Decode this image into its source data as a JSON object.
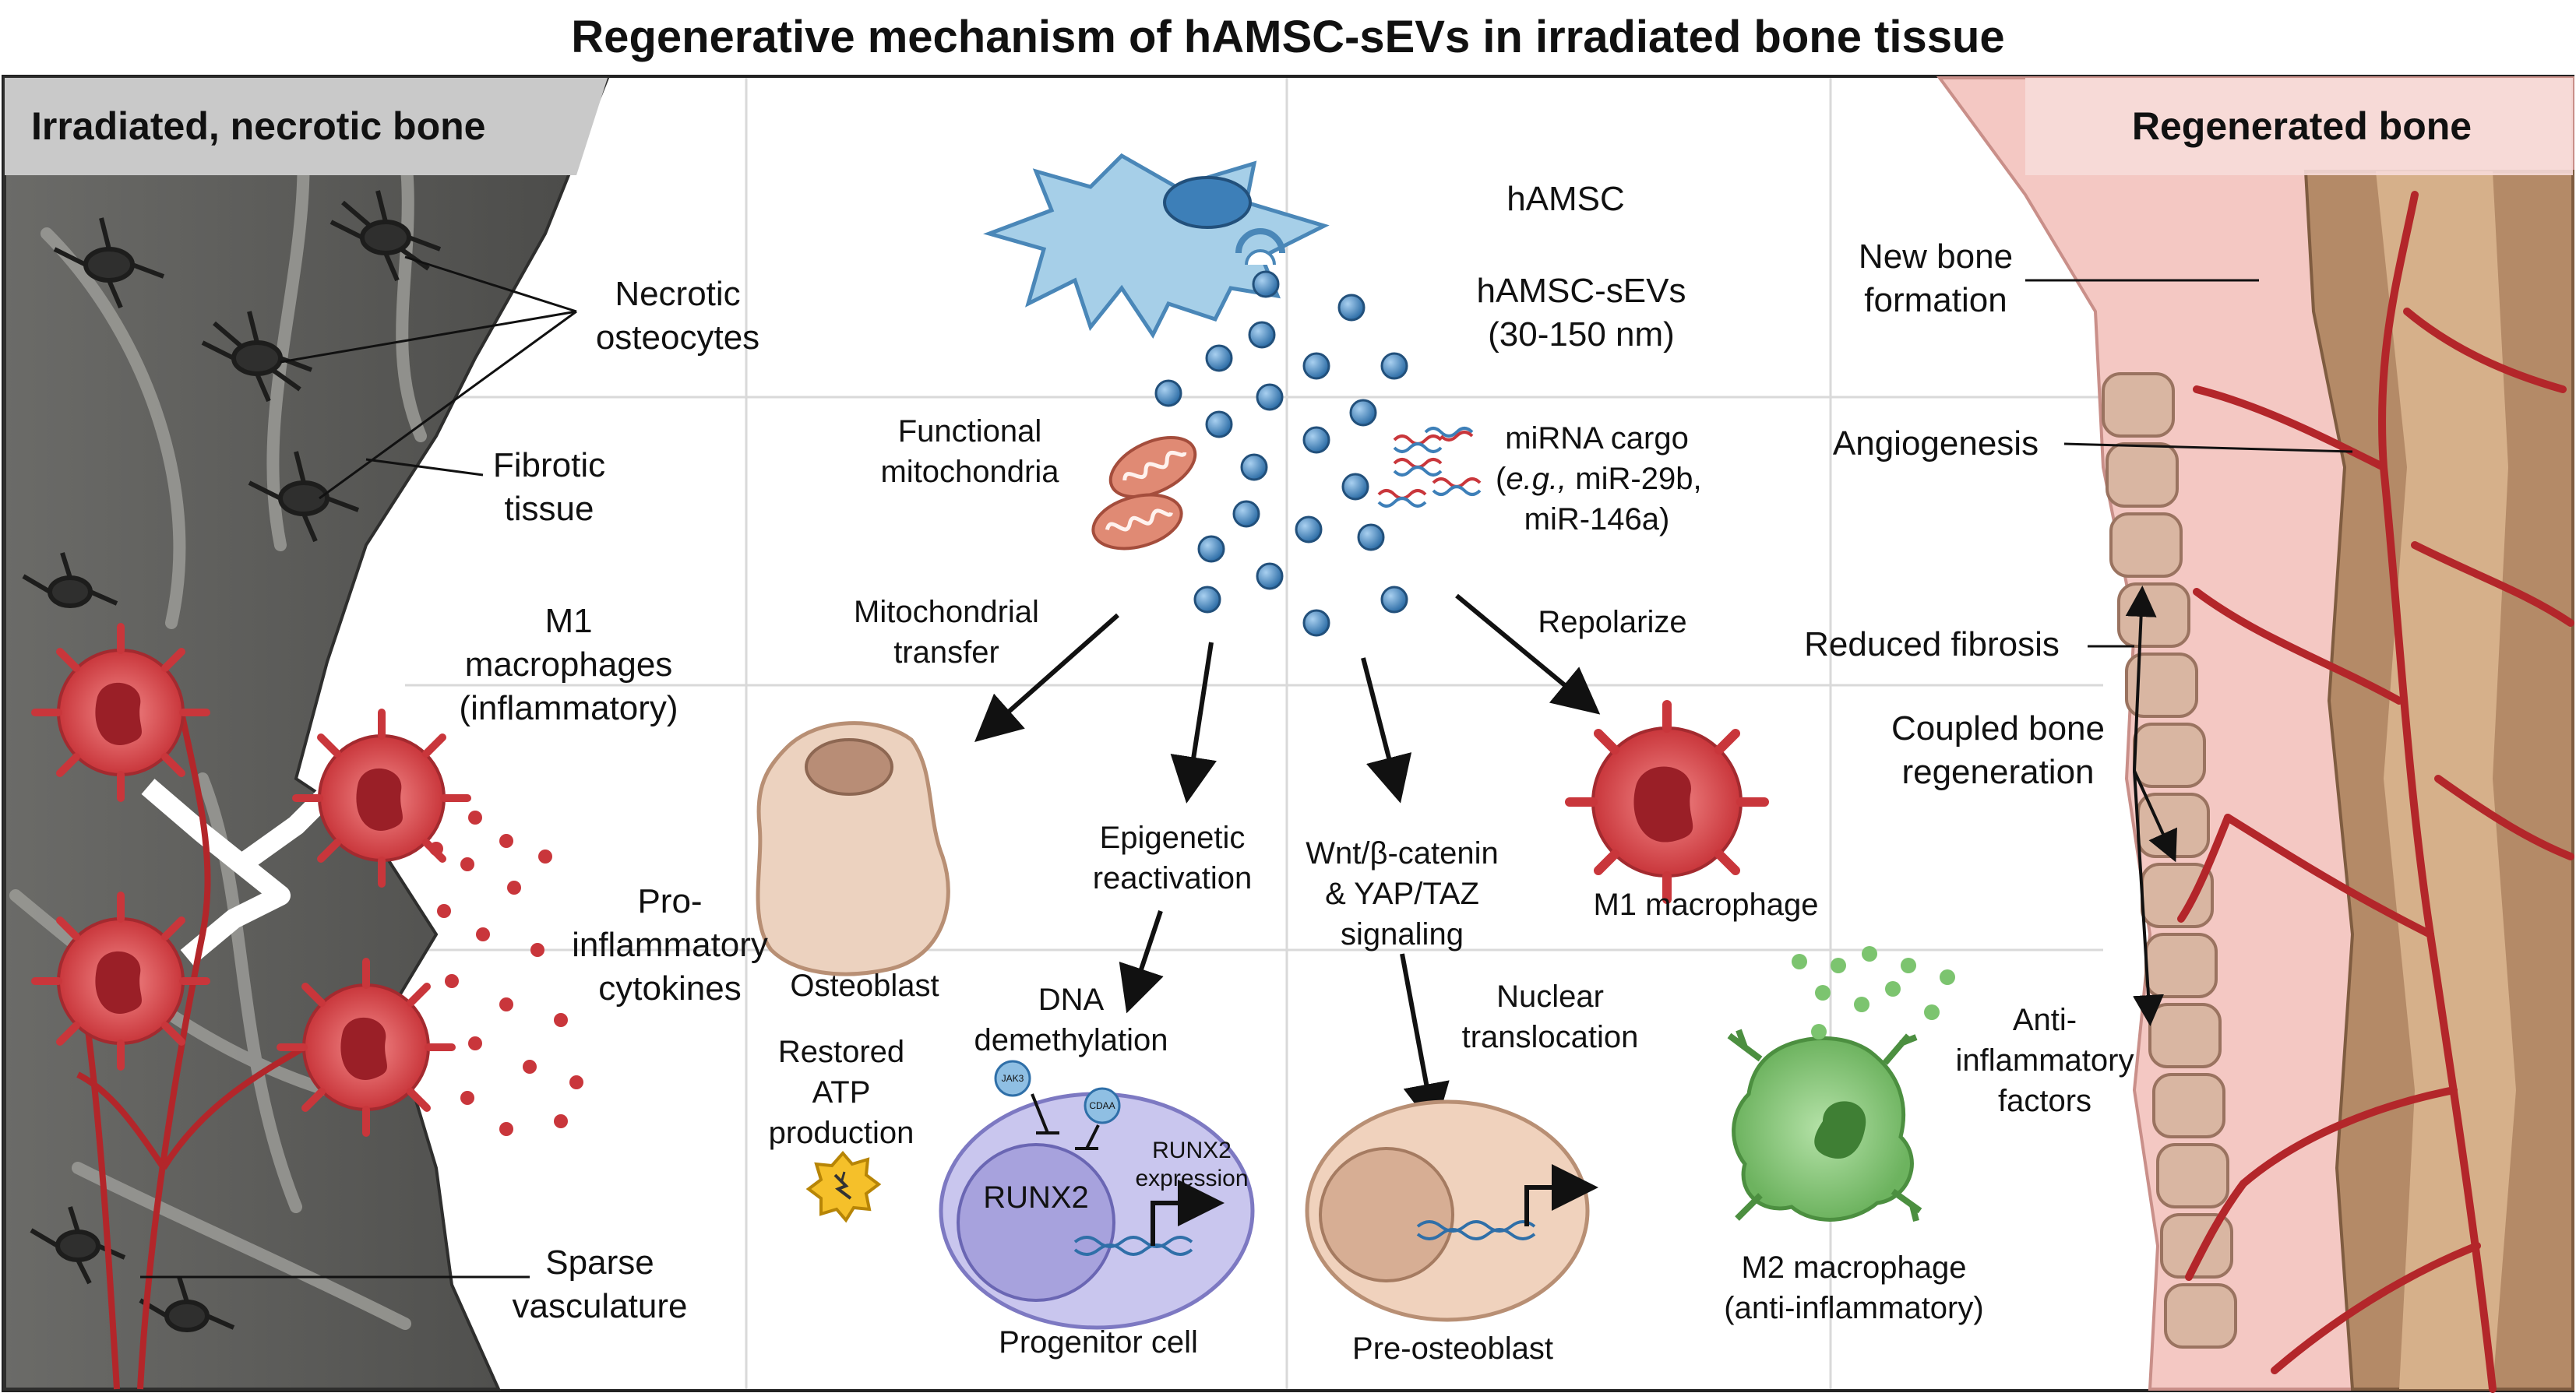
{
  "title": "Regenerative mechanism of hAMSC-sEVs in irradiated bone tissue",
  "panels": {
    "left_header": "Irradiated, necrotic bone",
    "right_header": "Regenerated bone"
  },
  "left_labels": {
    "necrotic_1": "Necrotic",
    "necrotic_2": "osteocytes",
    "fibrotic_1": "Fibrotic",
    "fibrotic_2": "tissue",
    "m1_1": "M1",
    "m1_2": "macrophages",
    "m1_3": "(inflammatory)",
    "pro_1": "Pro-",
    "pro_2": "inflammatory",
    "pro_3": "cytokines",
    "sparse_1": "Sparse",
    "sparse_2": "vasculature"
  },
  "center_labels": {
    "hamsc": "hAMSC",
    "sevs_1": "hAMSC-sEVs",
    "sevs_2": "(30-150 nm)",
    "mito_1": "Functional",
    "mito_2": "mitochondria",
    "mirna_1": "miRNA cargo",
    "mirna_2_em": "e.g.,",
    "mirna_2_rest": " miR-29b,",
    "mirna_2_open": "(",
    "mirna_3": "miR-146a)",
    "transfer_1": "Mitochondrial",
    "transfer_2": "transfer",
    "repolarize": "Repolarize",
    "osteoblast": "Osteoblast",
    "atp_1": "Restored",
    "atp_2": "ATP",
    "atp_3": "production",
    "epi_1": "Epigenetic",
    "epi_2": "reactivation",
    "dna_1": "DNA",
    "dna_2": "demethylation",
    "jak3": "JAK3",
    "cdaa": "CDAA",
    "runx2": "RUNX2",
    "runx2_expr_1": "RUNX2",
    "runx2_expr_2": "expression",
    "progenitor": "Progenitor cell",
    "wnt_1": "Wnt/β-catenin",
    "wnt_2": "& YAP/TAZ",
    "wnt_3": "signaling",
    "nuclear_1": "Nuclear",
    "nuclear_2": "translocation",
    "preosteoblast": "Pre-osteoblast",
    "m1_single": "M1 macrophage",
    "anti_1": "Anti-",
    "anti_2": "inflammatory",
    "anti_3": "factors",
    "m2_1": "M2 macrophage",
    "m2_2": "(anti-inflammatory)"
  },
  "right_labels": {
    "newbone_1": "New bone",
    "newbone_2": "formation",
    "angio": "Angiogenesis",
    "fibrosis": "Reduced fibrosis",
    "coupled_1": "Coupled bone",
    "coupled_2": "regeneration"
  },
  "colors": {
    "necrotic_bone": "#5a5a58",
    "hamsc_blue": "#8ec3e0",
    "vesicle_blue": "#3d7fb8",
    "m1_red": "#d9454a",
    "m2_green": "#7cc46f",
    "osteoblast_tan": "#e8cdb8",
    "progenitor_purple": "#b9b6e6",
    "pink_bone": "#f4c4c0",
    "brown_bone": "#b08663",
    "vessel_red": "#b3262a"
  }
}
